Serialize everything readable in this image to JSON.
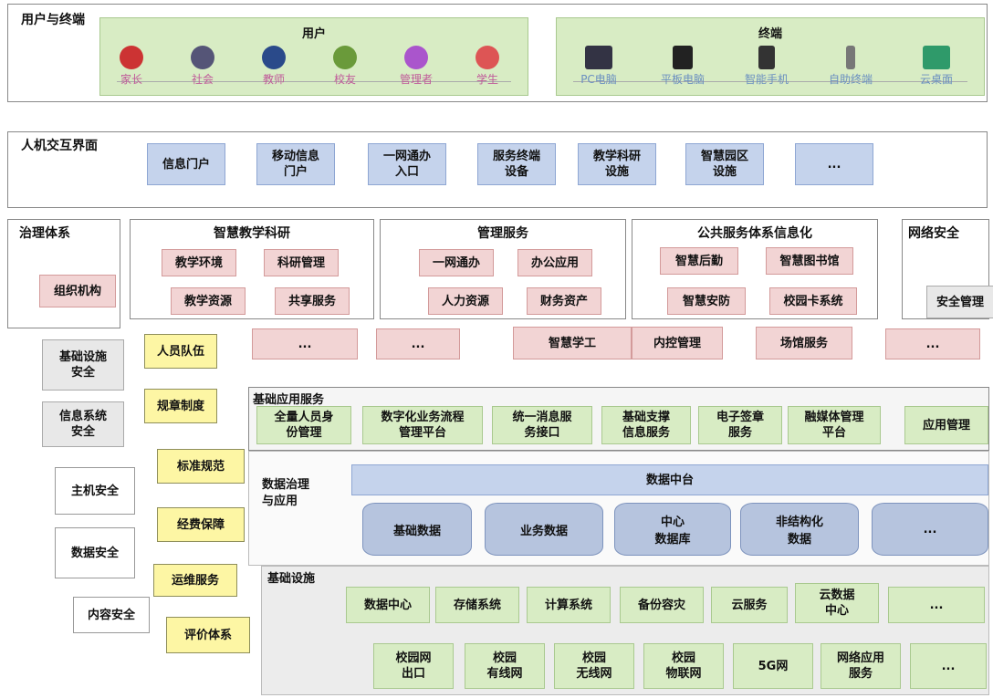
{
  "users_terminals": {
    "section_title": "用户与终端",
    "users_title": "用户",
    "users": [
      "家长",
      "社会",
      "教师",
      "校友",
      "管理者",
      "学生"
    ],
    "terminals_title": "终端",
    "terminals": [
      "PC电脑",
      "平板电脑",
      "智能手机",
      "自助终端",
      "云桌面"
    ]
  },
  "hci": {
    "title": "人机交互界面",
    "items": [
      "信息门户",
      "移动信息\n门户",
      "一网通办\n入口",
      "服务终端\n设备",
      "教学科研\n设施",
      "智慧园区\n设施",
      "..."
    ]
  },
  "governance": {
    "title": "治理体系",
    "org": "组织机构",
    "personnel": "人员队伍",
    "rules": "规章制度",
    "standards": "标准规范",
    "funding": "经费保障",
    "ops": "运维服务",
    "evaluation": "评价体系"
  },
  "smart_teaching": {
    "title": "智慧教学科研",
    "items": [
      "教学环境",
      "科研管理",
      "教学资源",
      "共享服务"
    ],
    "more": "..."
  },
  "management": {
    "title": "管理服务",
    "items": [
      "一网通办",
      "办公应用",
      "人力资源",
      "财务资产"
    ],
    "more": "...",
    "extra": [
      "智慧学工",
      "内控管理"
    ]
  },
  "public_service": {
    "title": "公共服务体系信息化",
    "items": [
      "智慧后勤",
      "智慧图书馆",
      "智慧安防",
      "校园卡系统"
    ],
    "extra": "场馆服务",
    "more": "..."
  },
  "network_security": {
    "title": "网络安全",
    "items": [
      "安全管理",
      "基础设施\n安全",
      "信息系统\n安全",
      "主机安全",
      "数据安全",
      "内容安全"
    ]
  },
  "basic_app": {
    "title": "基础应用服务",
    "items": [
      "全量人员身\n份管理",
      "数字化业务流程\n管理平台",
      "统一消息服\n务接口",
      "基础支撑\n信息服务",
      "电子签章\n服务",
      "融媒体管理\n平台",
      "应用管理"
    ]
  },
  "data_gov": {
    "title": "数据治理\n与应用",
    "middle": "数据中台",
    "dbs": [
      "基础数据",
      "业务数据",
      "中心\n数据库",
      "非结构化\n数据",
      "..."
    ]
  },
  "infrastructure": {
    "title": "基础设施",
    "row1": [
      "数据中心",
      "存储系统",
      "计算系统",
      "备份容灾",
      "云服务",
      "云数据\n中心",
      "..."
    ],
    "row2": [
      "校园网\n出口",
      "校园\n有线网",
      "校园\n无线网",
      "校园\n物联网",
      "5G网",
      "网络应用\n服务",
      "..."
    ]
  },
  "colors": {
    "green": "#d8ecc4",
    "blue": "#c5d3ec",
    "pink": "#f2d4d4",
    "yellow": "#fdf6a4"
  }
}
